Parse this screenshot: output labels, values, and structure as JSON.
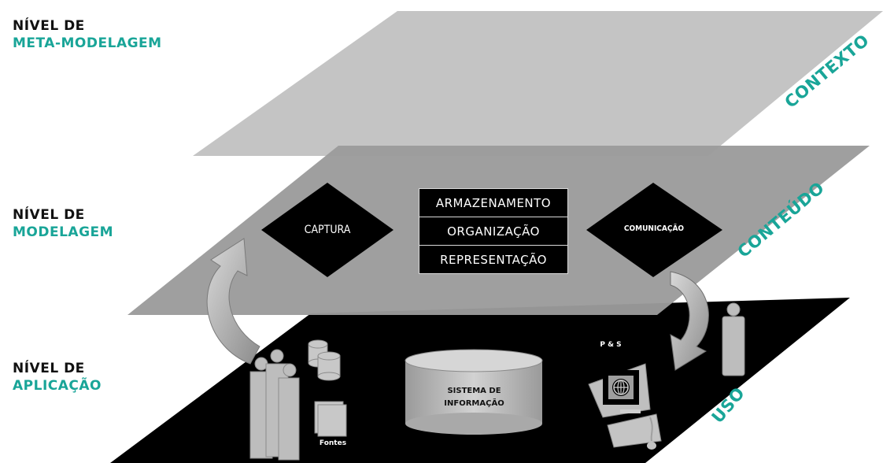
{
  "levels": {
    "meta": {
      "line1": "NÍVEL DE",
      "line2": "META-MODELAGEM"
    },
    "modelagem": {
      "line1": "NÍVEL DE",
      "line2": "MODELAGEM"
    },
    "aplicacao": {
      "line1": "NÍVEL DE",
      "line2": "APLICAÇÃO"
    }
  },
  "planes": {
    "contexto": "CONTEXTO",
    "conteudo": "CONTEÚDO",
    "uso": "USO"
  },
  "process": {
    "captura": "CAPTURA",
    "comunicacao": "COMUNICAÇÃO",
    "stack": [
      "ARMAZENAMENTO",
      "ORGANIZAÇÃO",
      "REPRESENTAÇÃO"
    ]
  },
  "application": {
    "fontes": "Fontes",
    "sistema_line1": "SISTEMA DE",
    "sistema_line2": "INFORMAÇÃO",
    "ps": "P & S"
  },
  "colors": {
    "accent": "#19a598",
    "top_plane": "#c4c4c4",
    "middle_plane": "#9b9b9b",
    "bottom_plane": "#000000"
  }
}
